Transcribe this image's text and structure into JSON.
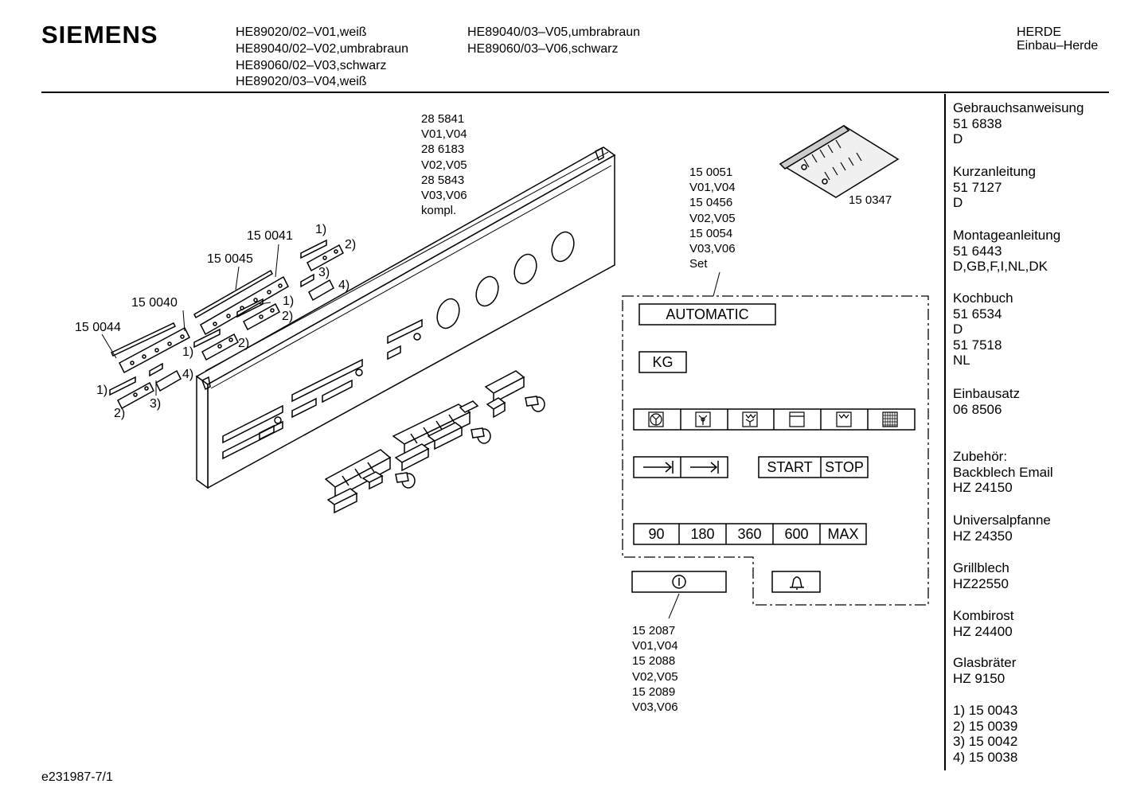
{
  "header": {
    "brand": "SIEMENS",
    "models_col1": [
      "HE89020/02–V01,weiß",
      "HE89040/02–V02,umbrabraun",
      "HE89060/02–V03,schwarz",
      "HE89020/03–V04,weiß"
    ],
    "models_col2": [
      "HE89040/03–V05,umbrabraun",
      "HE89060/03–V06,schwarz"
    ],
    "category": [
      "HERDE",
      "Einbau–Herde"
    ]
  },
  "parts": {
    "panel": "28 5841\nV01,V04\n28 6183\nV02,V05\n28 5843\nV03,V06\nkompl.",
    "foil_set": "15 0051\nV01,V04\n15 0456\nV02,V05\n15 0054\nV03,V06\nSet",
    "screw_bag": "15 0347",
    "timer_foil": "15 2087\nV01,V04\n15 2088\nV02,V05\n15 2089\nV03,V06",
    "strip_1": "15 0041",
    "strip_2": "15 0045",
    "strip_3": "15 0040",
    "strip_4": "15 0044"
  },
  "callouts": {
    "n1": "1)",
    "n2": "2)",
    "n3": "3)",
    "n4": "4)"
  },
  "foil_labels": {
    "automatic": "AUTOMATIC",
    "kg": "KG",
    "start": "START",
    "stop": "STOP",
    "times": [
      "90",
      "180",
      "360",
      "600",
      "MAX"
    ]
  },
  "sidebar": [
    "Gebrauchsanweisung\n51 6838\nD",
    "Kurzanleitung\n51 7127\nD",
    "Montageanleitung\n51 6443\nD,GB,F,I,NL,DK",
    "Kochbuch\n51 6534\nD\n51 7518\nNL",
    "Einbausatz\n06 8506",
    "Zubehör:\nBackblech Email\nHZ 24150",
    "Universalpfanne\nHZ 24350",
    "Grillblech\nHZ22550",
    "Kombirost\nHZ 24400",
    "Glasbräter\nHZ 9150",
    "1) 15 0043\n2) 15 0039\n3) 15 0042\n4) 15 0038"
  ],
  "footer": {
    "drawing_id": "e231987-7/1"
  }
}
